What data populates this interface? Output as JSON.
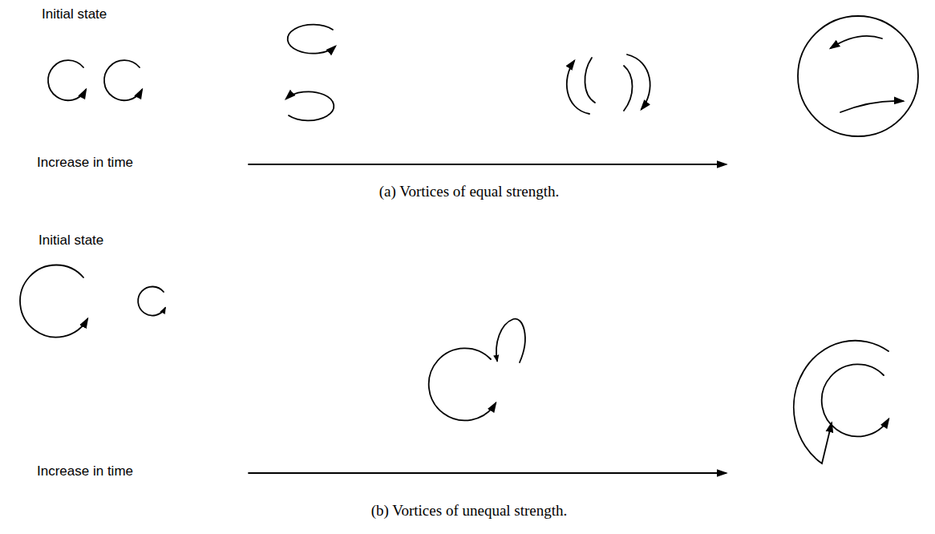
{
  "diagram": {
    "labels": [
      "Initial state",
      "Increase in time",
      "(a) Vortices of equal strength.",
      "Initial state",
      "Increase in time",
      "(b) Vortices of unequal strength."
    ]
  }
}
